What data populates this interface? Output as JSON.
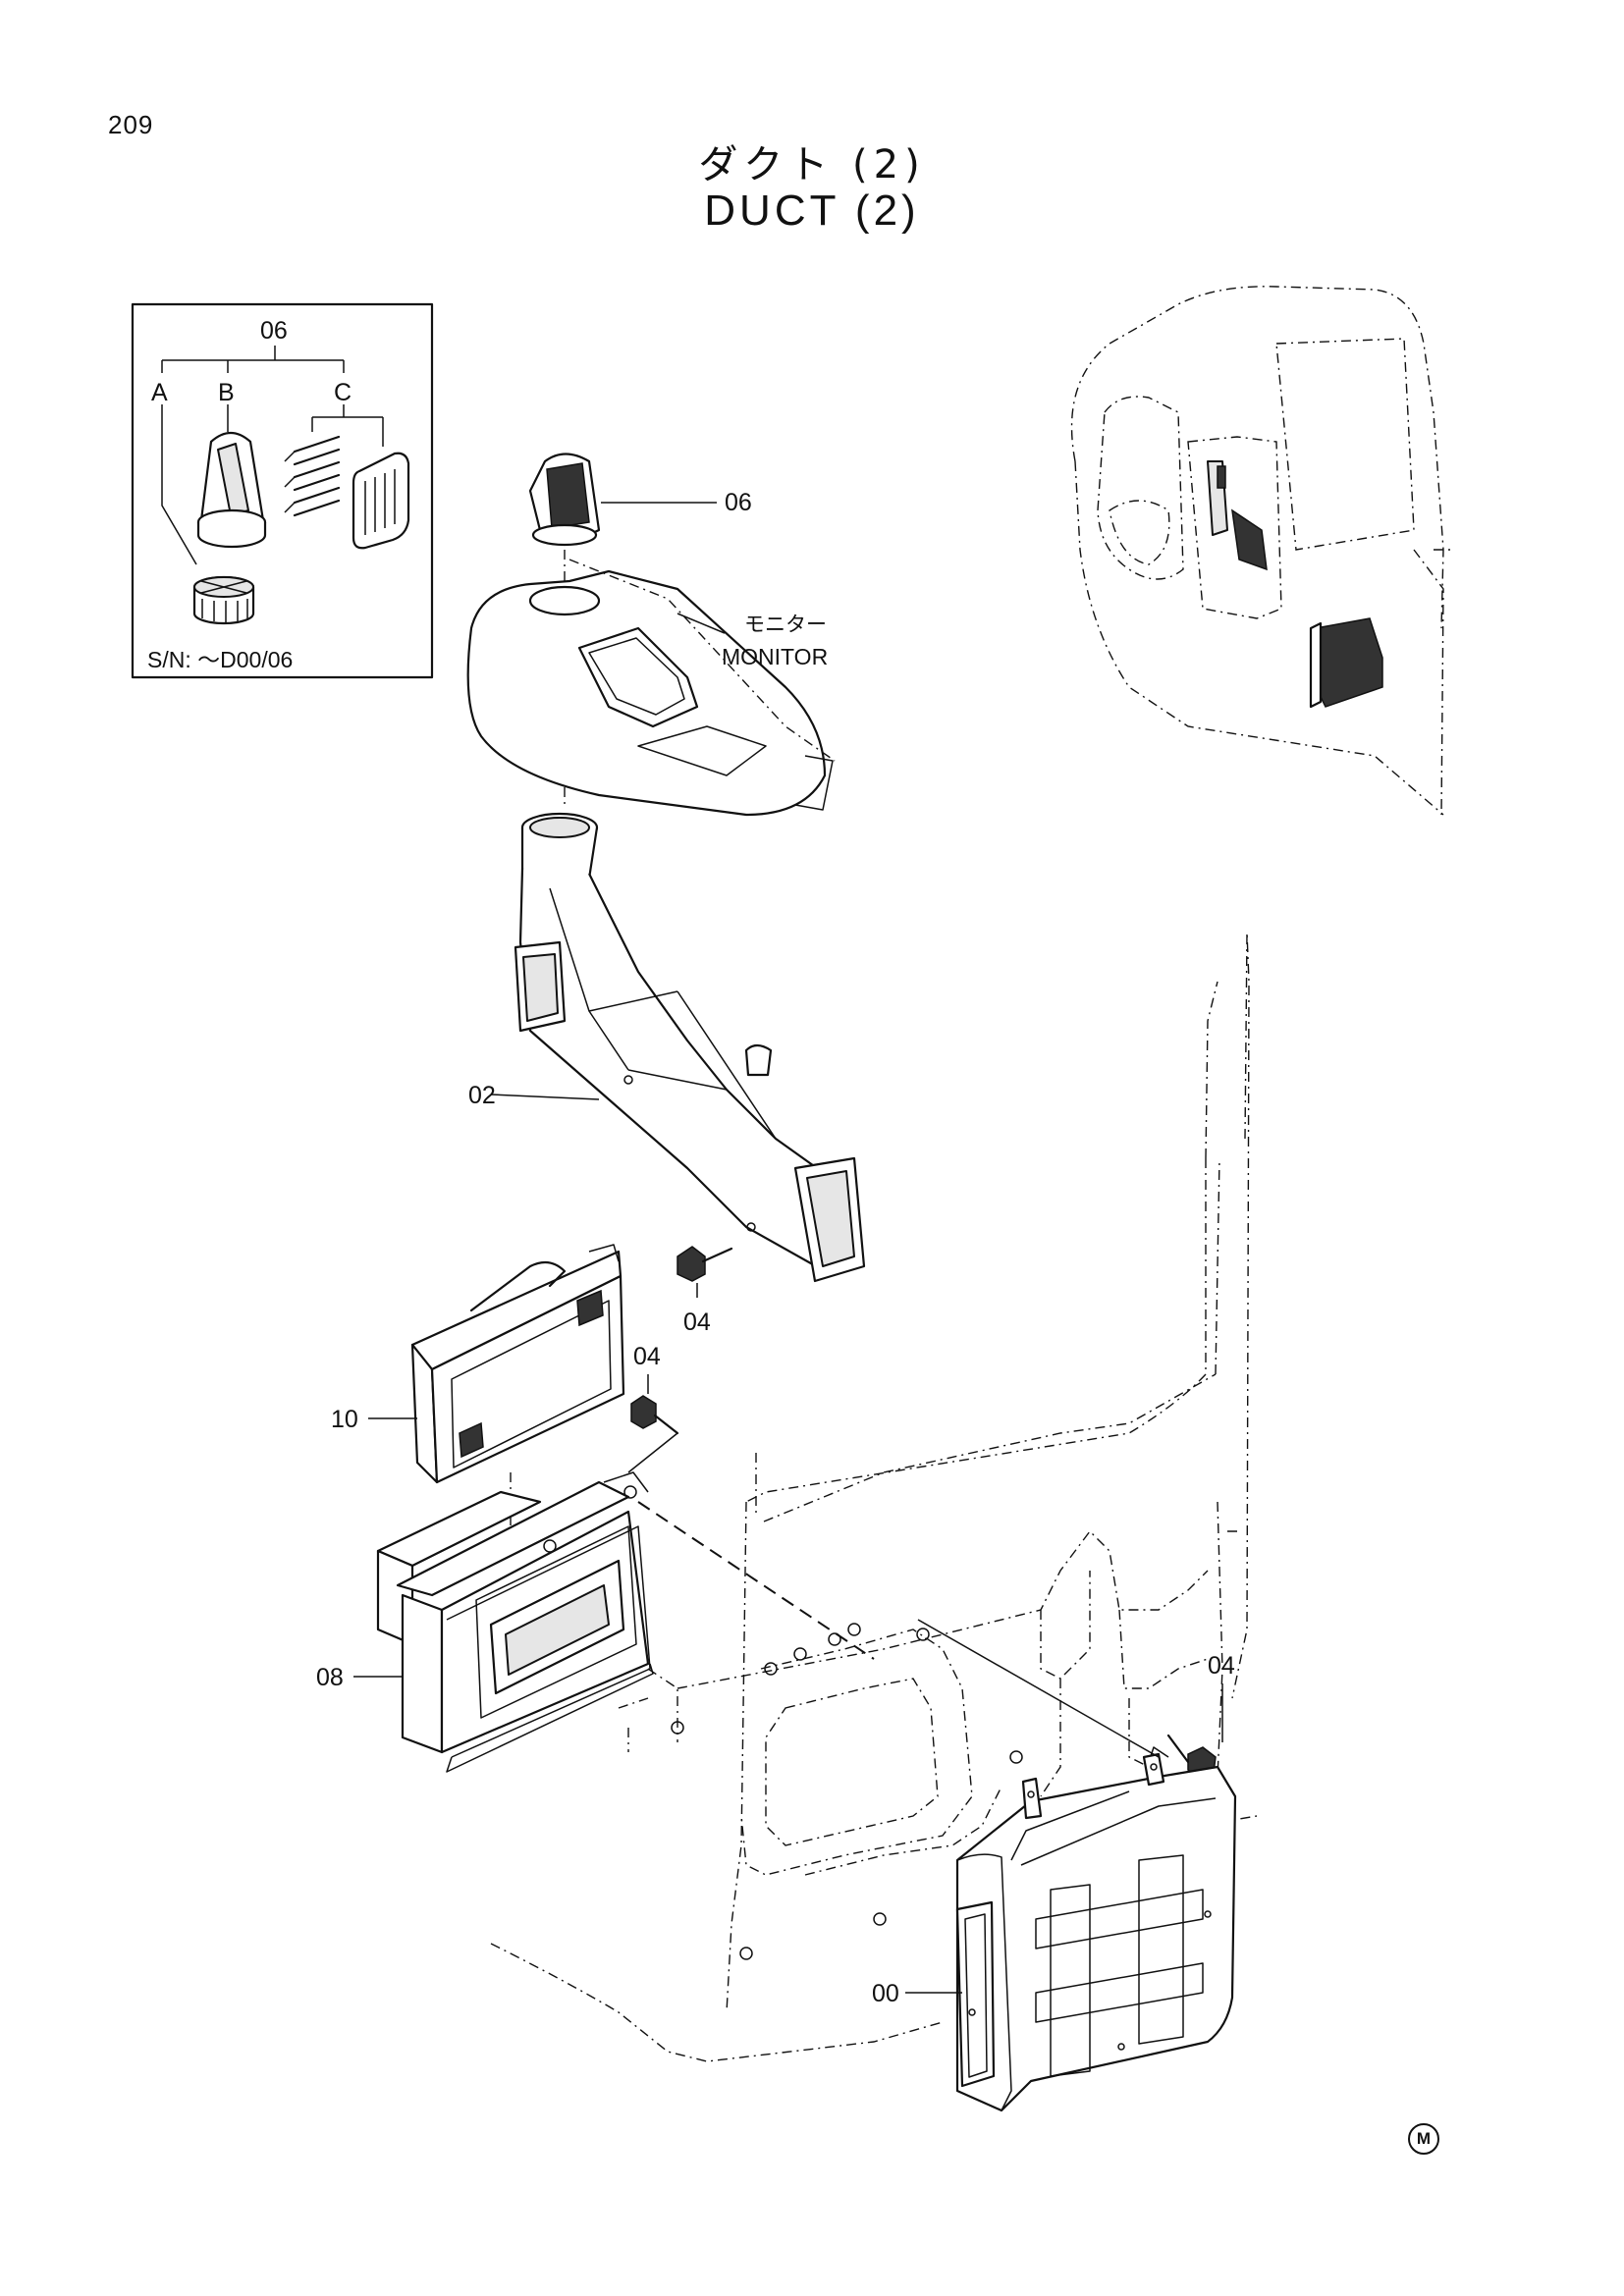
{
  "page_number": "209",
  "title_jp": "ダクト (2)",
  "title_en": "DUCT (2)",
  "inset": {
    "part_label": "06",
    "variant_a": "A",
    "variant_b": "B",
    "variant_c": "C",
    "serial_note": "S/N: ～D00/06"
  },
  "callouts": {
    "part_06": "06",
    "part_02": "02",
    "part_04_a": "04",
    "part_04_b": "04",
    "part_04_c": "04",
    "part_10": "10",
    "part_08": "08",
    "part_00": "00"
  },
  "monitor_label_jp": "モニター",
  "monitor_label_en": "MONITOR",
  "monogram": "M"
}
